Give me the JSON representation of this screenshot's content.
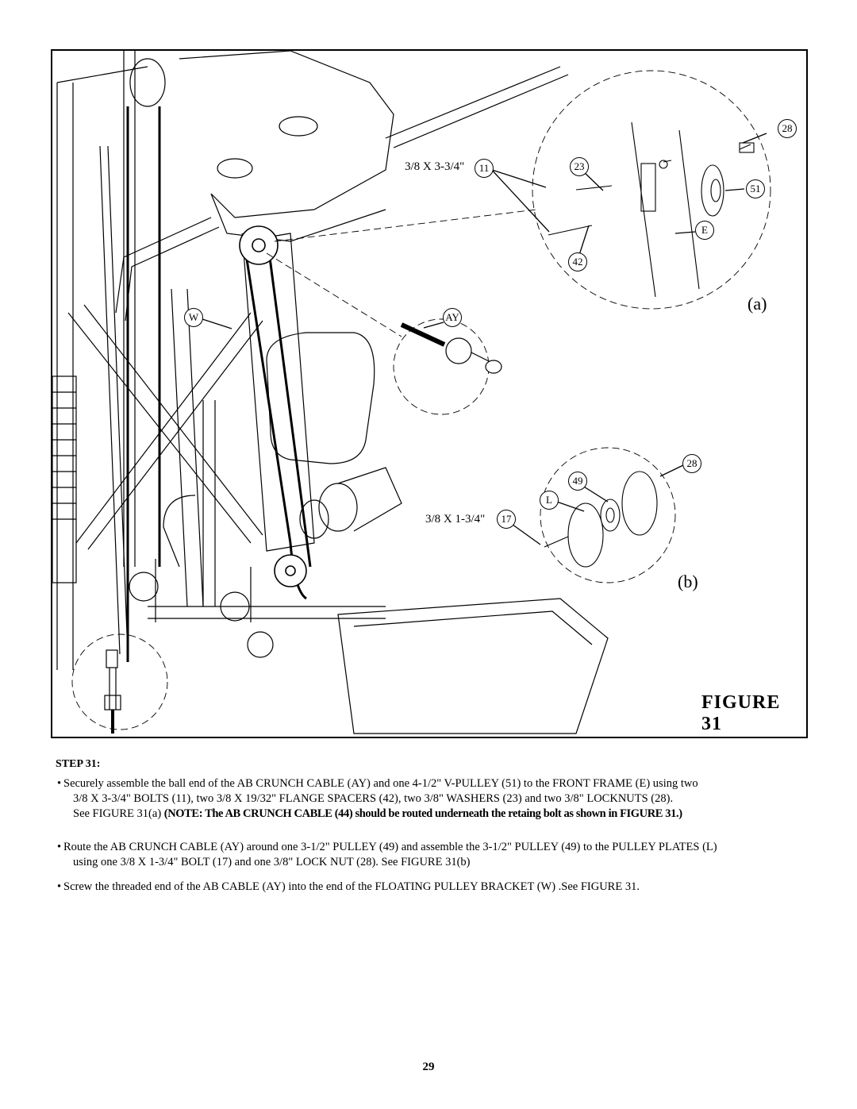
{
  "figure": {
    "title": "FIGURE 31",
    "detail_a_label": "(a)",
    "detail_b_label": "(b)",
    "callouts": {
      "bolt_11_spec": "3/8 X 3-3/4\"",
      "bolt_17_spec": "3/8 X 1-3/4\"",
      "part_11": "11",
      "part_23": "23",
      "part_28_a": "28",
      "part_51": "51",
      "part_E": "E",
      "part_42": "42",
      "part_W": "W",
      "part_AY": "AY",
      "part_28_b": "28",
      "part_49": "49",
      "part_L": "L",
      "part_17": "17"
    }
  },
  "step": {
    "heading": "STEP 31:",
    "bullet_char": "•",
    "bullet1": {
      "line1": "Securely assemble the ball end of the AB CRUNCH CABLE (AY) and one 4-1/2\" V-PULLEY (51) to the FRONT FRAME (E) using two",
      "line2": "3/8 X 3-3/4\" BOLTS (11), two 3/8 X 19/32\" FLANGE SPACERS (42), two 3/8\" WASHERS (23) and two 3/8\" LOCKNUTS (28).",
      "line3_plain": "See FIGURE 31(a) ",
      "line3_note": "(NOTE: The AB CRUNCH CABLE (44) should be routed underneath the retaing bolt as shown in FIGURE 31.)"
    },
    "bullet2": {
      "line1": "Route the AB CRUNCH CABLE (AY) around one 3-1/2\" PULLEY (49) and assemble the 3-1/2\" PULLEY (49) to the PULLEY PLATES (L)",
      "line2": "using one 3/8 X 1-3/4\" BOLT (17) and one 3/8\" LOCK NUT (28). See FIGURE 31(b)"
    },
    "bullet3": {
      "line1": "Screw the threaded end of the AB CABLE (AY) into the end of the FLOATING PULLEY BRACKET (W) .See FIGURE 31."
    }
  },
  "page_number": "29"
}
